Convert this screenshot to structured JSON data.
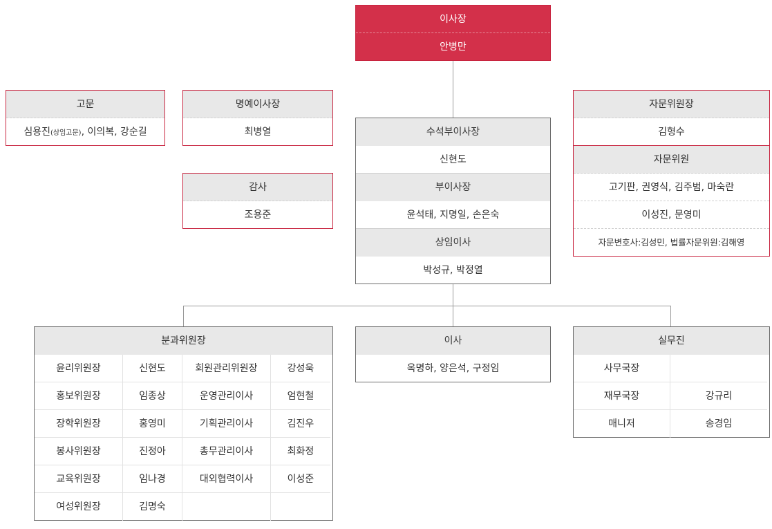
{
  "chairman": {
    "title": "이사장",
    "name": "안병만"
  },
  "advisor": {
    "title": "고문",
    "name_main": "심용진",
    "name_note": "(상임고문)",
    "name_rest": ", 이의복, 강순길"
  },
  "honorary_chairman": {
    "title": "명예이사장",
    "name": "최병열"
  },
  "auditor": {
    "title": "감사",
    "name": "조용준"
  },
  "vice_chairs": {
    "senior_title": "수석부이사장",
    "senior_name": "신현도",
    "vice_title": "부이사장",
    "vice_names": "윤석태, 지명일, 손은숙",
    "standing_title": "상임이사",
    "standing_names": "박성규, 박정열"
  },
  "advisory_committee": {
    "chair_title": "자문위원장",
    "chair_name": "김형수",
    "members_title": "자문위원",
    "members_line1": "고기판, 권영식, 김주범, 마숙란",
    "members_line2": "이성진, 문영미",
    "legal_line": "자문변호사:김성민, 법률자문위원:김해영"
  },
  "committee_chairs": {
    "title": "분과위원장",
    "rows": [
      [
        "윤리위원장",
        "신현도",
        "회원관리위원장",
        "강성욱"
      ],
      [
        "홍보위원장",
        "임종상",
        "운영관리이사",
        "엄현철"
      ],
      [
        "장학위원장",
        "홍영미",
        "기획관리이사",
        "김진우"
      ],
      [
        "봉사위원장",
        "진정아",
        "총무관리이사",
        "최화정"
      ],
      [
        "교육위원장",
        "임나경",
        "대외협력이사",
        "이성준"
      ],
      [
        "여성위원장",
        "김명숙",
        "",
        ""
      ]
    ]
  },
  "directors": {
    "title": "이사",
    "names": "옥명하, 양은석, 구정임"
  },
  "staff": {
    "title": "실무진",
    "rows": [
      [
        "사무국장",
        ""
      ],
      [
        "재무국장",
        "강규리"
      ],
      [
        "매니저",
        "송경임"
      ]
    ]
  }
}
